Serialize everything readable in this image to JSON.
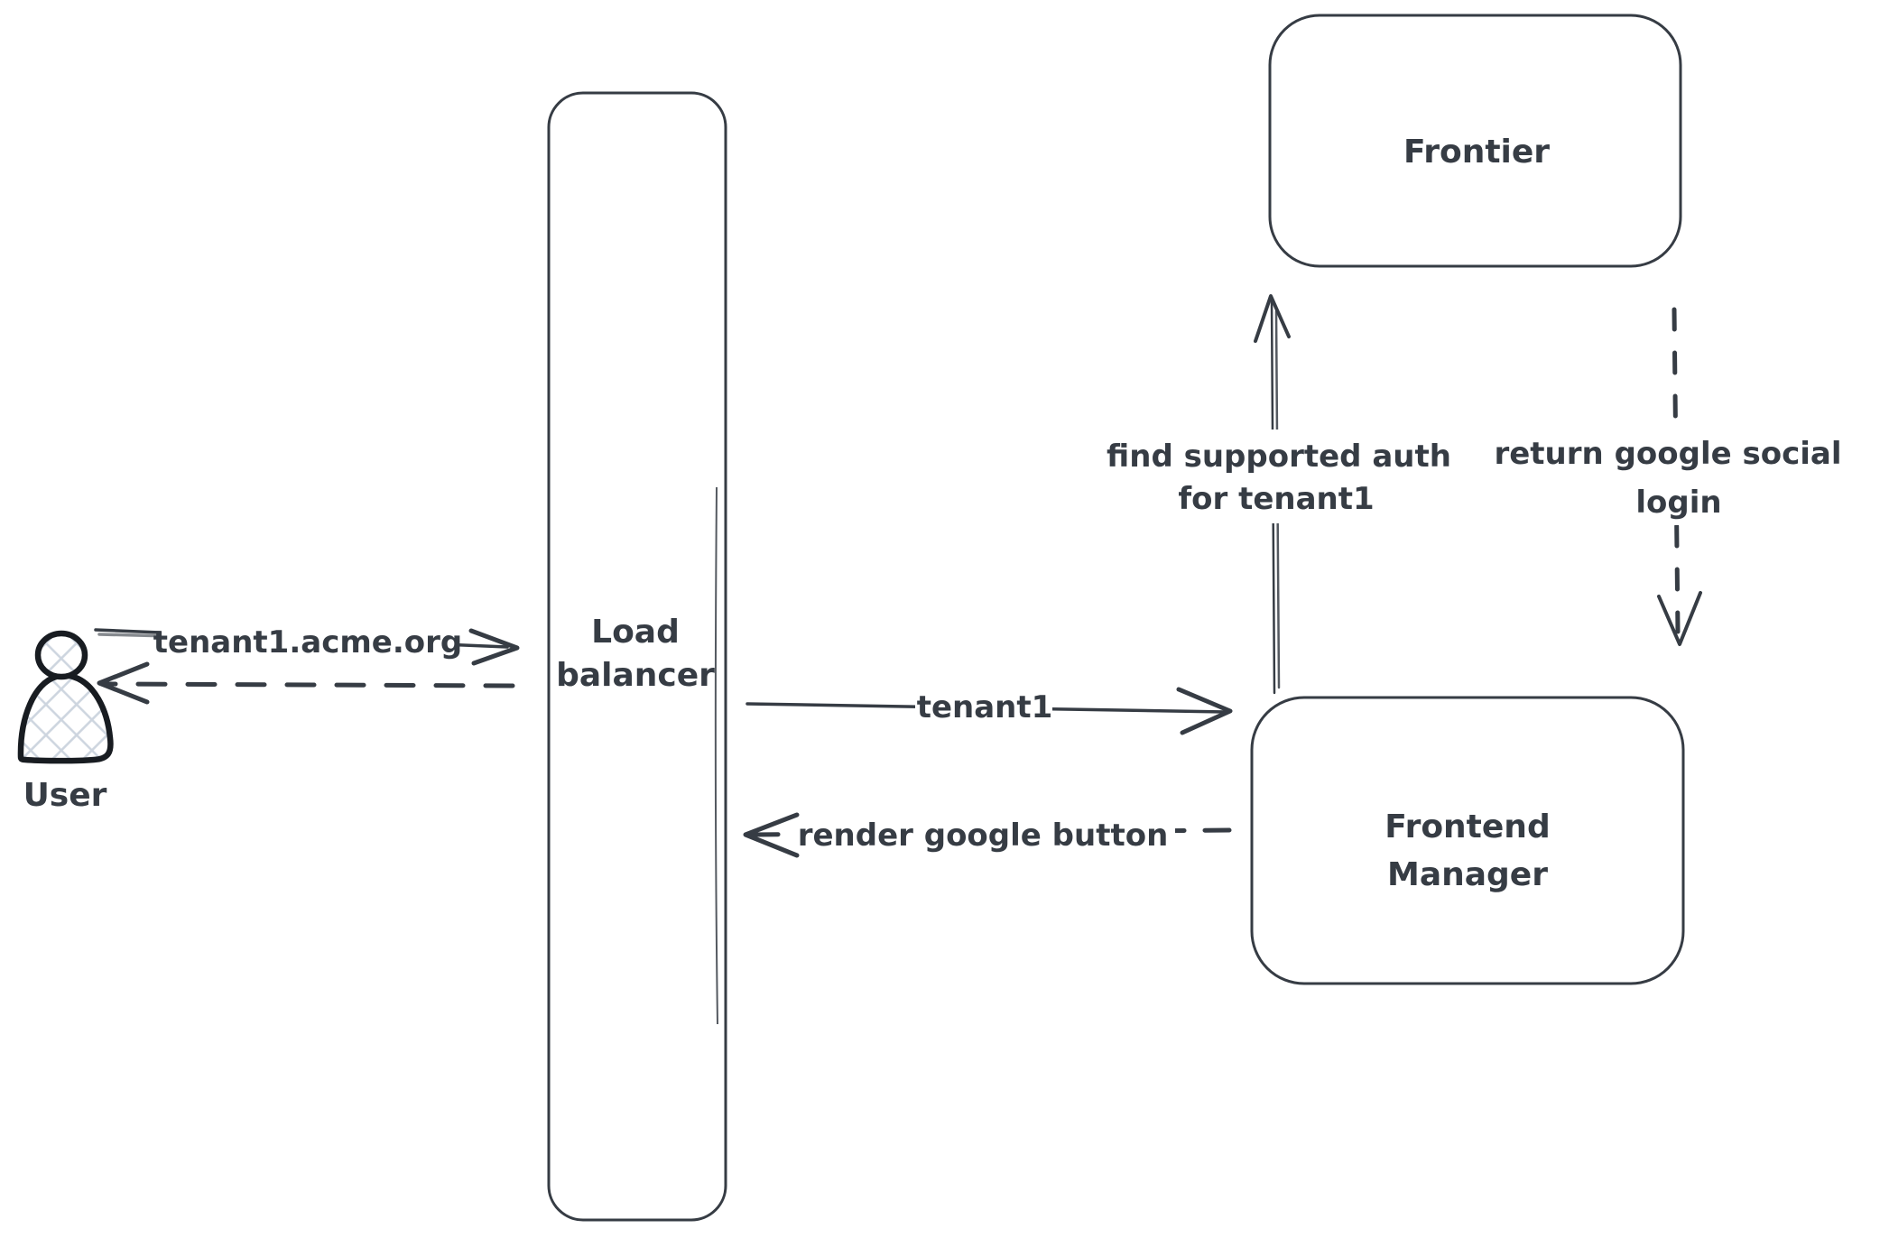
{
  "diagram": {
    "background": "#ffffff",
    "colors": {
      "ink": "#363c44",
      "user_outline": "#181c21",
      "hatch_fill": "#cdd5df"
    },
    "nodes": {
      "user": {
        "label": "User"
      },
      "load_balancer": {
        "line1": "Load",
        "line2": "balancer"
      },
      "frontier": {
        "label": "Frontier"
      },
      "frontend_manager": {
        "line1": "Frontend",
        "line2": "Manager"
      }
    },
    "edges": {
      "user_to_lb": {
        "style": "solid",
        "from": "User",
        "to": "Load balancer",
        "label": "tenant1.acme.org"
      },
      "lb_to_user": {
        "style": "dashed",
        "from": "Load balancer",
        "to": "User",
        "label": ""
      },
      "lb_to_fm": {
        "style": "solid",
        "from": "Load balancer",
        "to": "Frontend Manager",
        "label": "tenant1"
      },
      "fm_to_lb": {
        "style": "dashed",
        "from": "Frontend Manager",
        "to": "Load balancer",
        "label": "render google button"
      },
      "fm_to_frontier": {
        "style": "solid",
        "from": "Frontend Manager",
        "to": "Frontier",
        "label_line1": "find supported auth",
        "label_line2": "for tenant1"
      },
      "frontier_to_fm": {
        "style": "dashed",
        "from": "Frontier",
        "to": "Frontend Manager",
        "label_line1": "return google social",
        "label_line2": "login"
      }
    }
  }
}
